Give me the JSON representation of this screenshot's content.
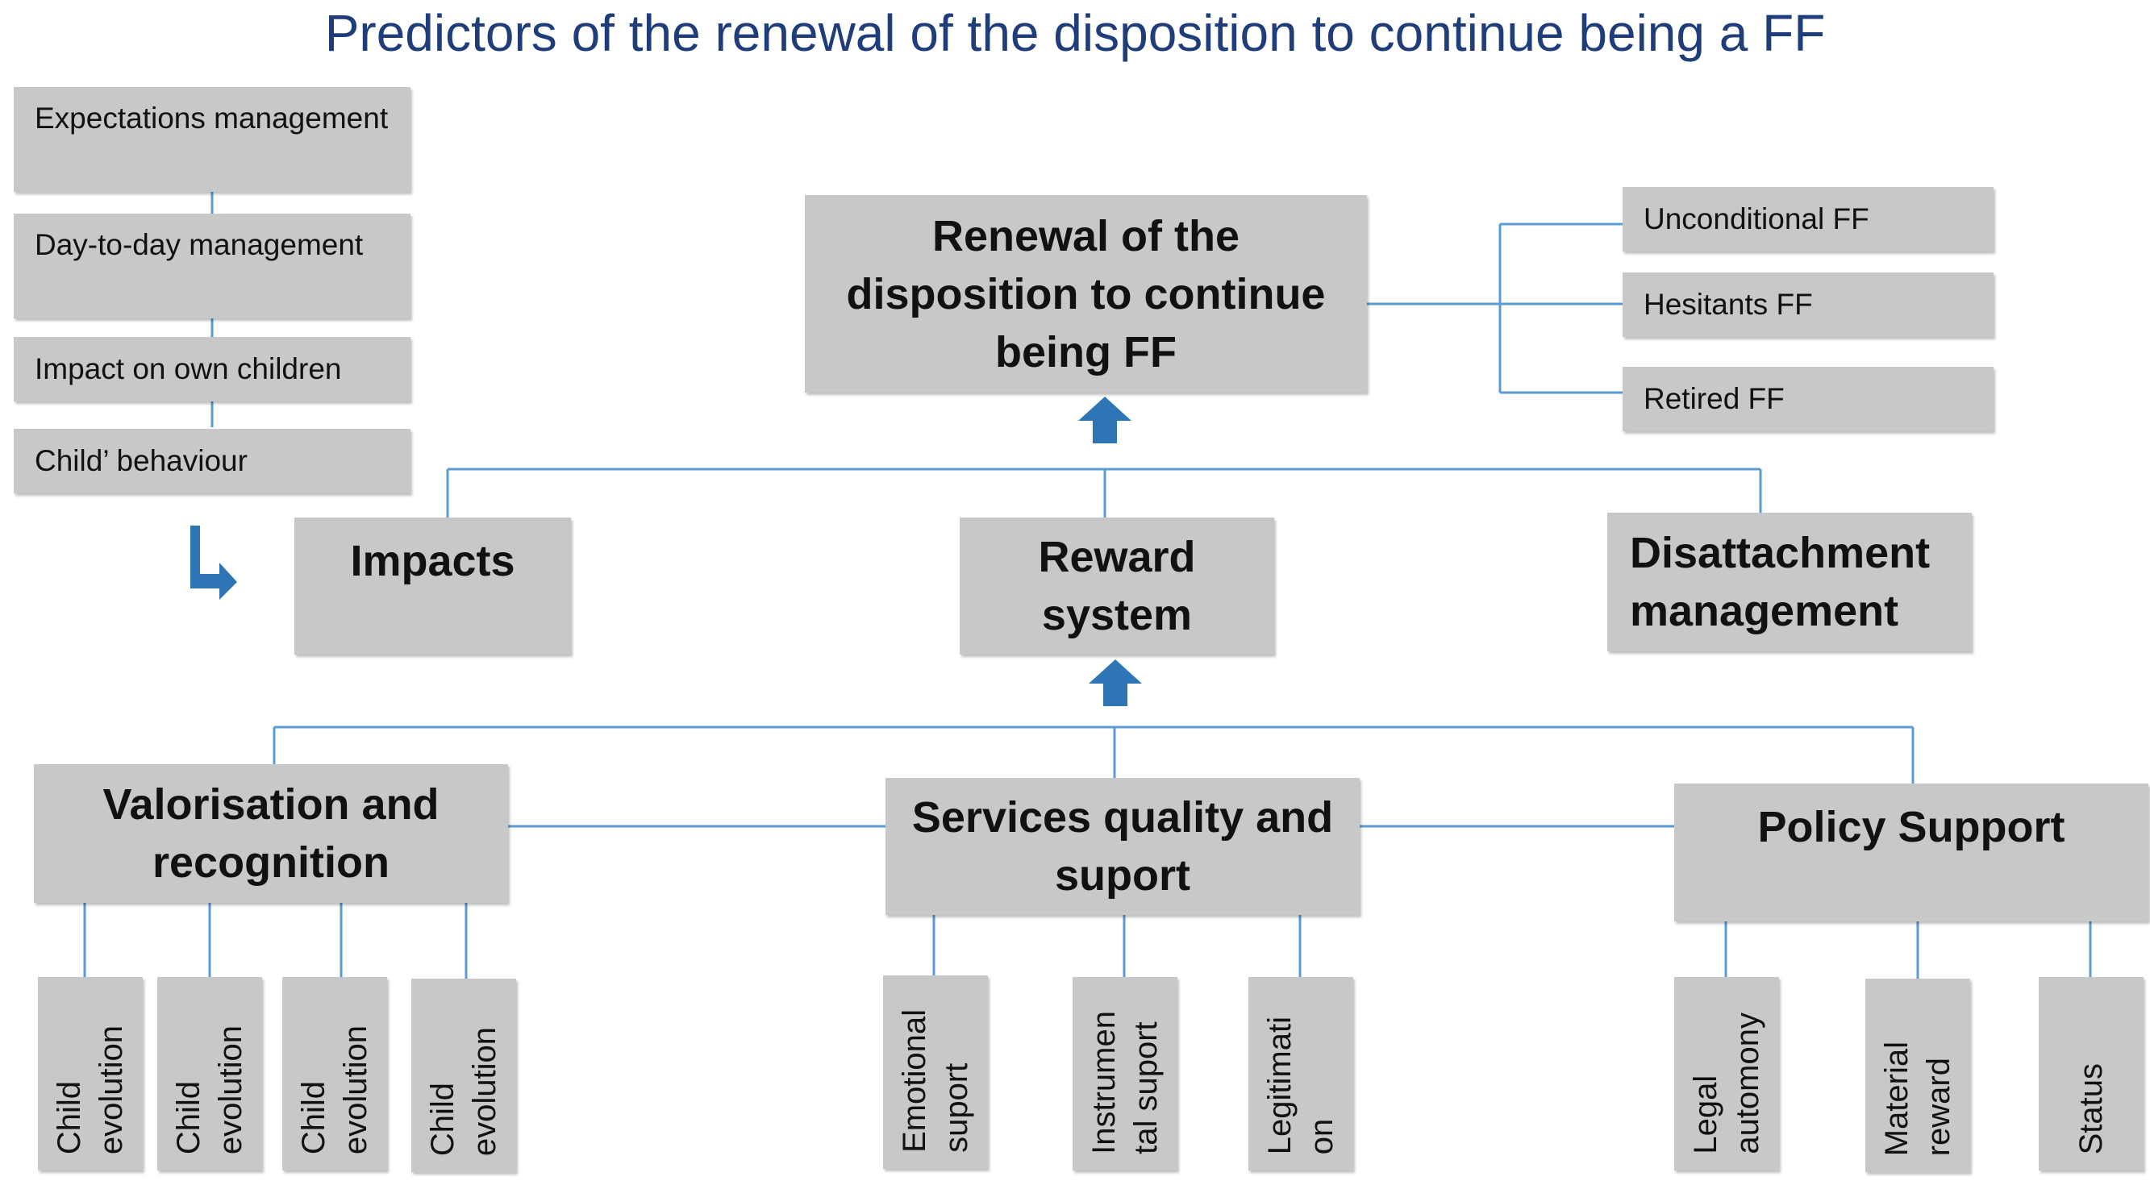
{
  "title": "Predictors of the renewal of the disposition to continue being a FF",
  "colors": {
    "box": "#c8c8c8",
    "connector": "#5b9bd5",
    "arrow": "#2e75b6",
    "title": "#1f3d7a"
  },
  "left_list": [
    "Expectations management",
    "Day-to-day management",
    "Impact on own children",
    "Child’ behaviour"
  ],
  "top_box": "Renewal of the disposition to continue being FF",
  "outcome_types": [
    "Unconditional FF",
    "Hesitants FF",
    "Retired FF"
  ],
  "middle": {
    "impacts": "Impacts",
    "reward": "Reward system",
    "disattachment": "Disattachment management"
  },
  "lower": {
    "valorisation": "Valorisation and recognition",
    "services": "Services quality and suport",
    "policy": "Policy Support"
  },
  "valorisation_items": [
    "Child evolution",
    "Child evolution",
    "Child evolution",
    "Child evolution"
  ],
  "services_items": [
    "Emotional suport",
    "Instrumen tal suport",
    "Legitimati on"
  ],
  "policy_items": [
    "Legal automony",
    "Material reward",
    "Status"
  ],
  "icons": {
    "up_arrow": "up-arrow-icon",
    "bent_arrow": "bent-arrow-icon"
  }
}
